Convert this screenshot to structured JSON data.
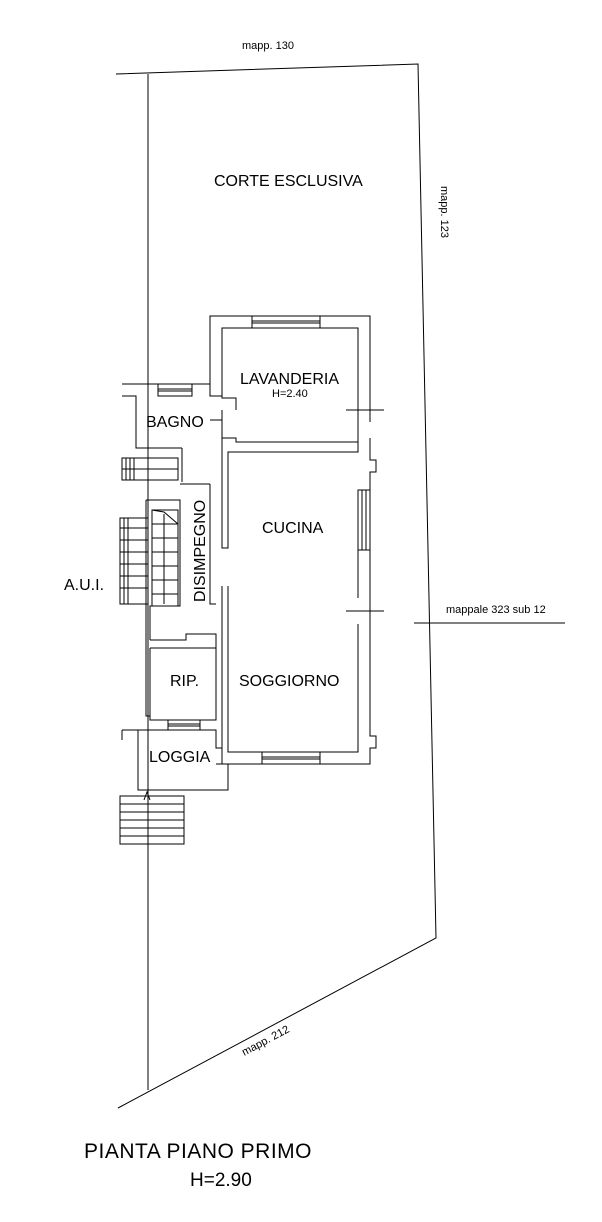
{
  "plan": {
    "title": "PIANTA PIANO PRIMO",
    "height": "H=2.90"
  },
  "labels": {
    "corte": "CORTE ESCLUSIVA",
    "lavanderia": "LAVANDERIA",
    "lavanderia_height": "H=2.40",
    "bagno": "BAGNO",
    "disimpegno": "DISIMPEGNO",
    "cucina": "CUCINA",
    "aui": "A.U.I.",
    "rip": "RIP.",
    "soggiorno": "SOGGIORNO",
    "loggia": "LOGGIA"
  },
  "parcels": {
    "top": "mapp. 130",
    "right": "mapp. 123",
    "right_sub": "mappale 323 sub 12",
    "bottom": "mapp. 212"
  }
}
